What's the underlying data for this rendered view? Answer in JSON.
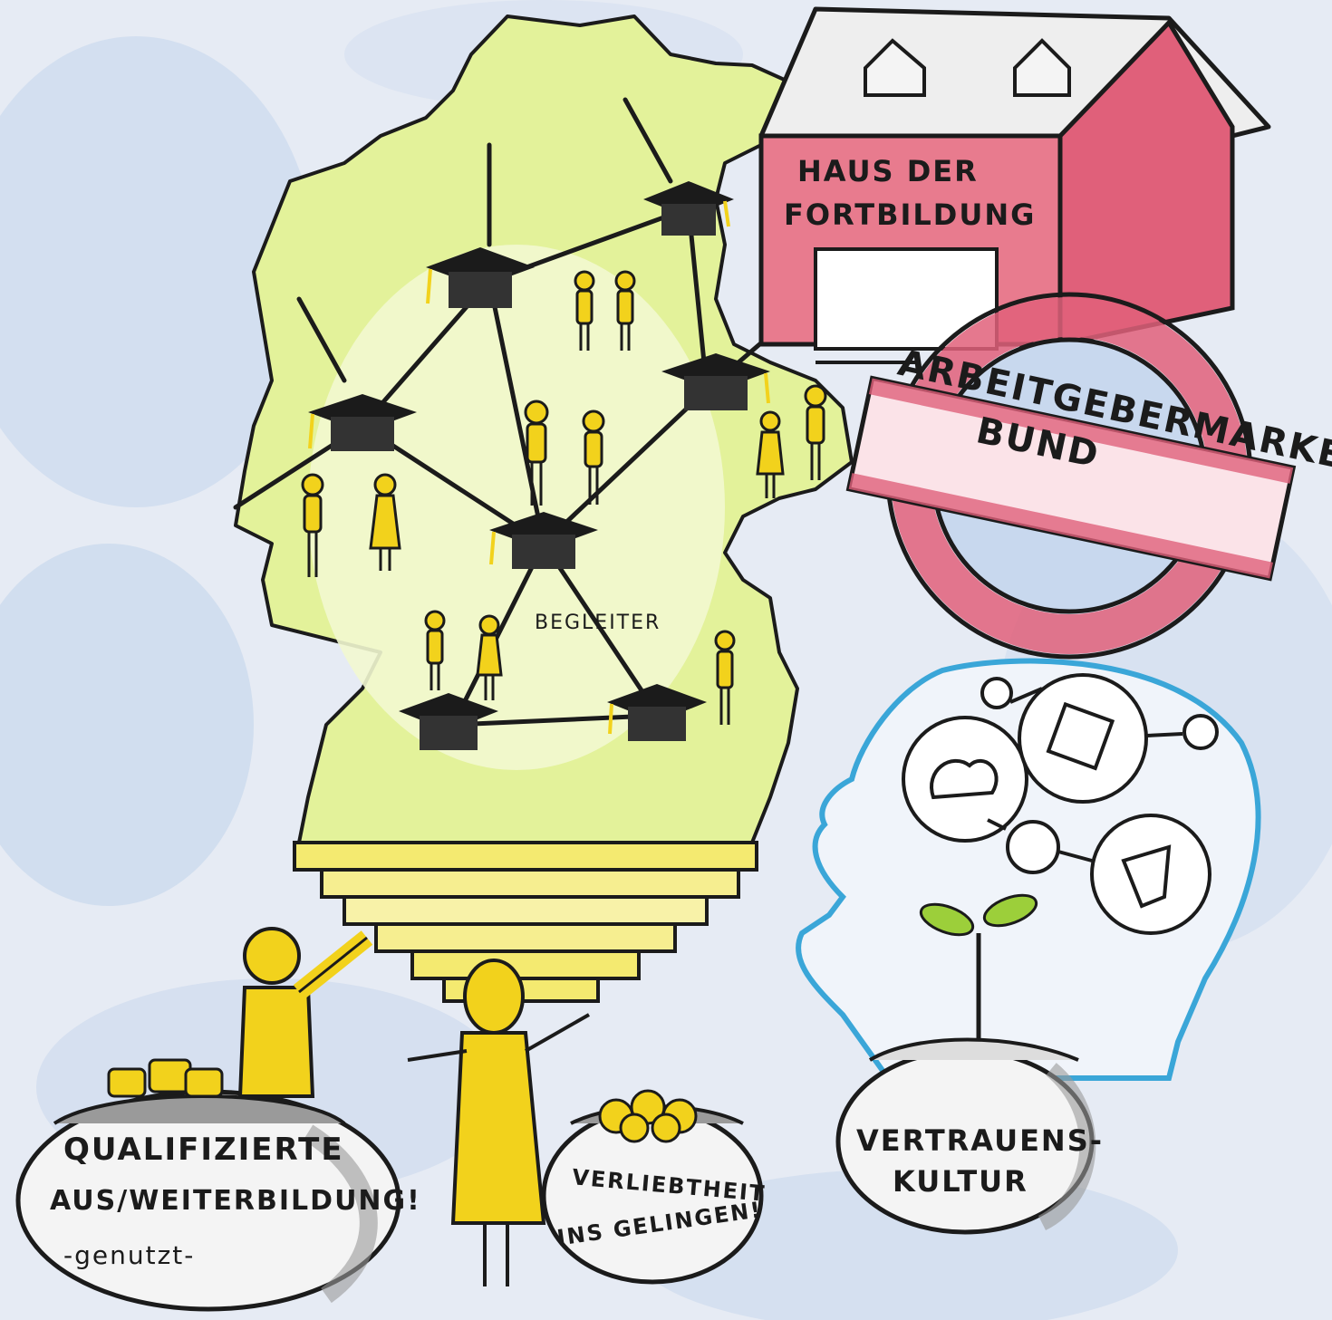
{
  "house": {
    "line1": "HAUS DER",
    "line2": "FORTBILDUNG"
  },
  "brand": {
    "line1": "ARBEITGEBERMARKE",
    "line2": "BUND"
  },
  "network": {
    "label": "BEGLEITER"
  },
  "sack_left": {
    "line1": "QUALIFIZIERTE",
    "line2": "AUS/WEITERBILDUNG!",
    "line3": "-genutzt-"
  },
  "sack_middle": {
    "line1": "VERLIEBTHEIT",
    "line2": "INS GELINGEN!"
  },
  "sack_right": {
    "line1": "VERTRAUENS-",
    "line2": "KULTUR"
  },
  "colors": {
    "background": "#e6ebf4",
    "sky_wash": "#b9cfe8",
    "map_green": "#dff08a",
    "house_red": "#e87b8e",
    "roundel_red": "#e0607a",
    "figure_yellow": "#f2d21c",
    "head_blue": "#3aa6d8",
    "sack_grey": "#9a9a9a"
  }
}
